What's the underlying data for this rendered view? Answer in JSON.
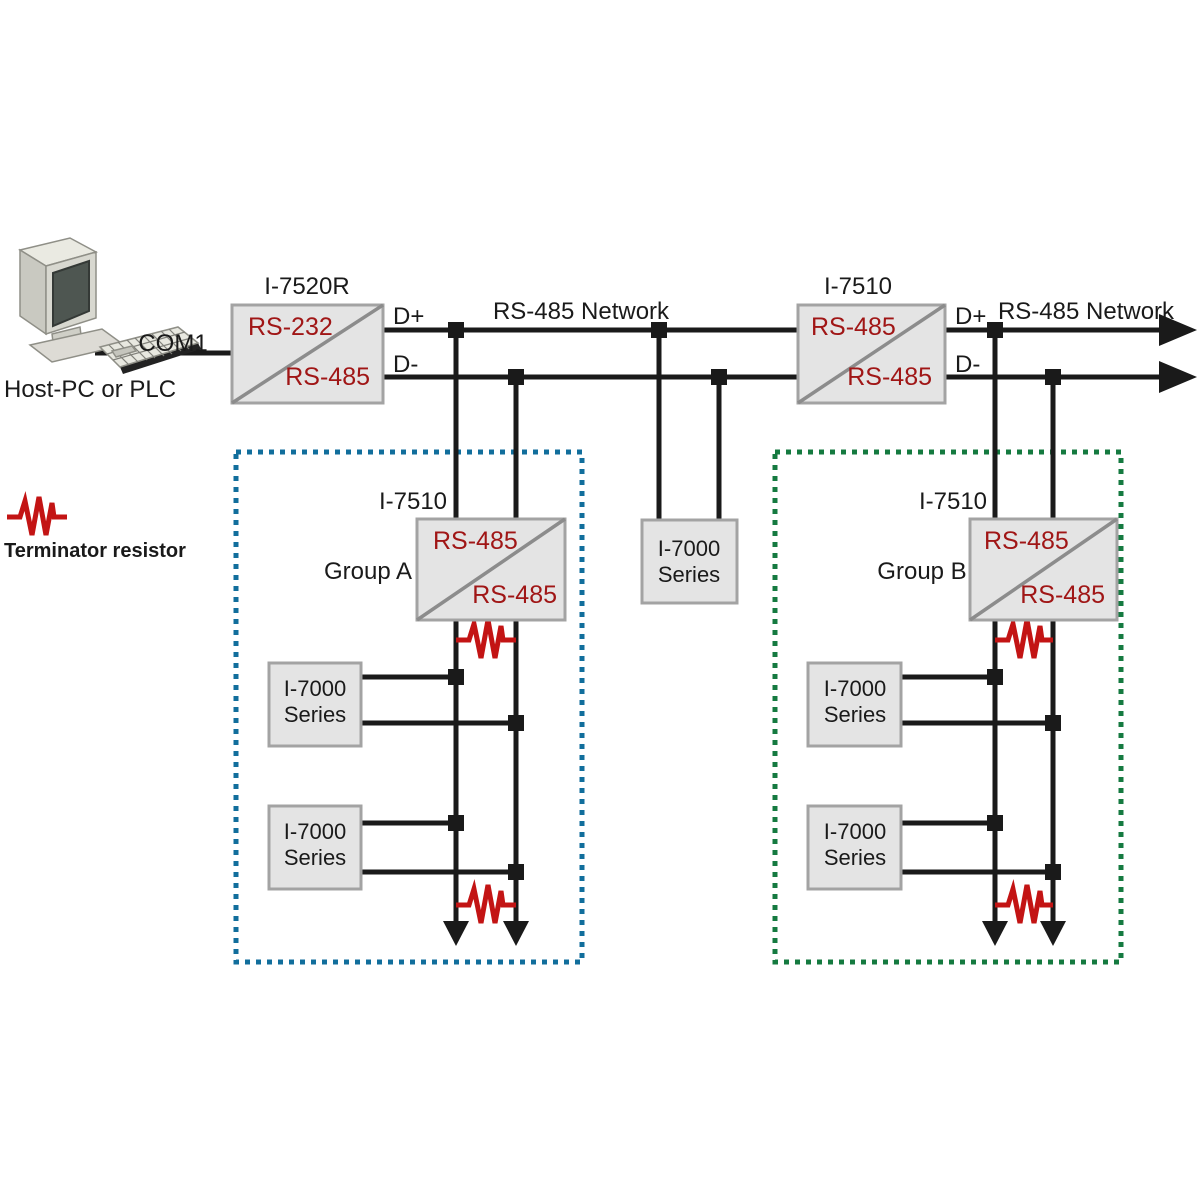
{
  "host": {
    "label": "Host-PC or PLC",
    "port": "COM1"
  },
  "converter": {
    "title": "I-7520R",
    "input": "RS-232",
    "output": "RS-485"
  },
  "repeater": {
    "title": "I-7510",
    "input": "RS-485",
    "output": "RS-485"
  },
  "bus1": {
    "label": "RS-485 Network",
    "d_plus": "D+",
    "d_minus": "D-"
  },
  "bus2": {
    "label": "RS-485 Network",
    "d_plus": "D+",
    "d_minus": "D-"
  },
  "middle_device": {
    "line1": "I-7000",
    "line2": "Series"
  },
  "group_a": {
    "name": "Group A",
    "border_color": "#116e9c",
    "repeater": {
      "title": "I-7510",
      "input": "RS-485",
      "output": "RS-485"
    },
    "devices": [
      {
        "line1": "I-7000",
        "line2": "Series"
      },
      {
        "line1": "I-7000",
        "line2": "Series"
      }
    ]
  },
  "group_b": {
    "name": "Group B",
    "border_color": "#157a40",
    "repeater": {
      "title": "I-7510",
      "input": "RS-485",
      "output": "RS-485"
    },
    "devices": [
      {
        "line1": "I-7000",
        "line2": "Series"
      },
      {
        "line1": "I-7000",
        "line2": "Series"
      }
    ]
  },
  "legend": {
    "label": "Terminator resistor",
    "resistor_color": "#c31414"
  },
  "colors": {
    "label_red": "#a01616",
    "wire": "#1a1a1a",
    "box_fill": "#e4e4e4",
    "box_border": "#a3a3a3"
  }
}
